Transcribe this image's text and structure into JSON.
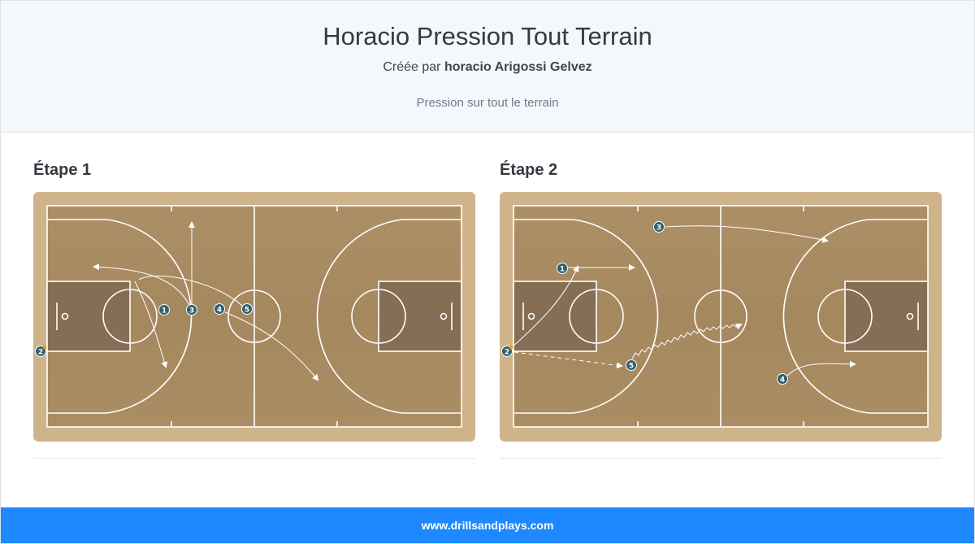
{
  "header": {
    "title": "Horacio Pression Tout Terrain",
    "byline_prefix": "Créée par",
    "author": "horacio Arigossi Gelvez",
    "description": "Pression sur tout le terrain"
  },
  "steps": [
    {
      "label": "Étape 1",
      "players": [
        {
          "number": "1",
          "role": "player"
        },
        {
          "number": "2",
          "role": "player-with-ball"
        },
        {
          "number": "3",
          "role": "player"
        },
        {
          "number": "4",
          "role": "player"
        },
        {
          "number": "5",
          "role": "player"
        }
      ]
    },
    {
      "label": "Étape 2",
      "players": [
        {
          "number": "1",
          "role": "player"
        },
        {
          "number": "2",
          "role": "player-with-ball"
        },
        {
          "number": "3",
          "role": "player"
        },
        {
          "number": "4",
          "role": "player"
        },
        {
          "number": "5",
          "role": "player"
        }
      ]
    }
  ],
  "footer": {
    "site": "www.drillsandplays.com"
  },
  "colors": {
    "court_wood": "#a88a63",
    "court_border": "#cfb58a",
    "paint": "#7a6650",
    "player_fill": "#2f5f6d",
    "ball": "#f39c12",
    "footer_bg": "#1e88ff"
  }
}
